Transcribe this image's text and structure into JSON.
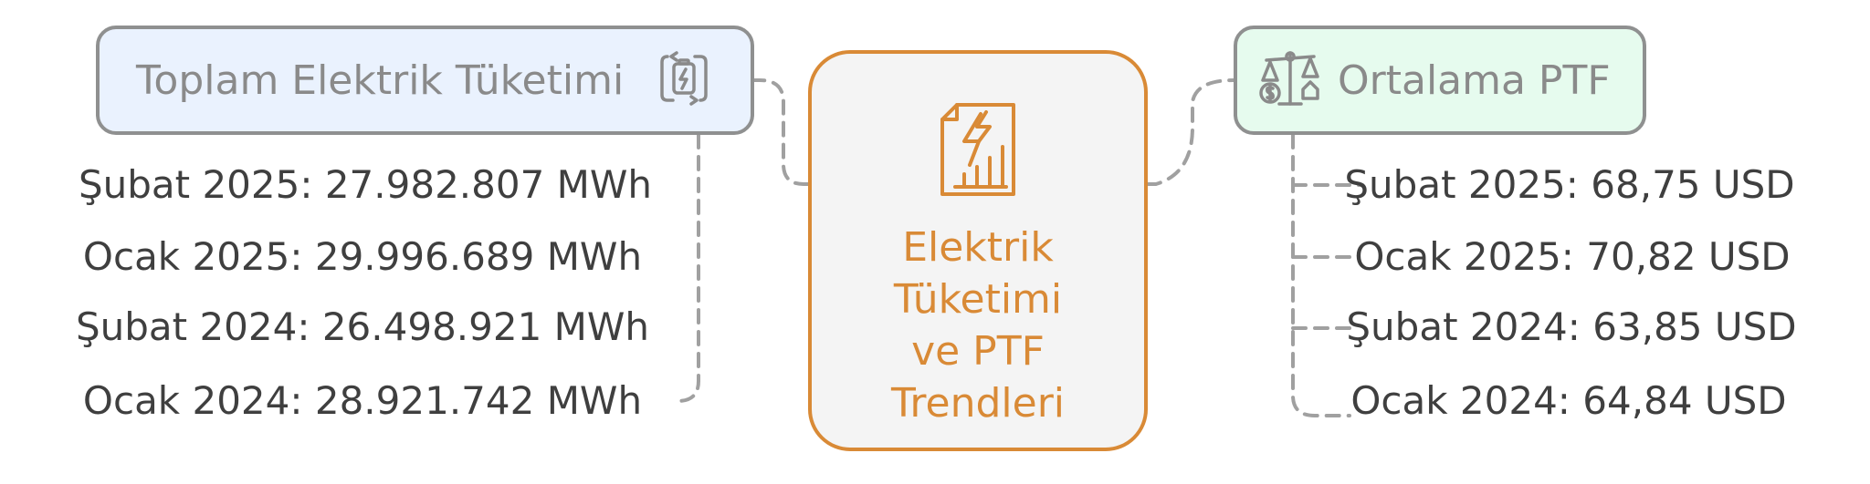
{
  "center": {
    "title_lines": [
      "Elektrik",
      "Tüketimi",
      "ve PTF",
      "Trendleri"
    ],
    "icon": "electric-report-icon"
  },
  "left_branch": {
    "title": "Toplam Elektrik Tüketimi",
    "icon": "battery-refresh-icon",
    "items": [
      "Şubat 2025: 27.982.807 MWh",
      "Ocak 2025: 29.996.689 MWh",
      "Şubat 2024: 26.498.921 MWh",
      "Ocak 2024: 28.921.742 MWh"
    ]
  },
  "right_branch": {
    "title": "Ortalama PTF",
    "icon": "scale-money-icon",
    "items": [
      "Şubat 2025: 68,75 USD",
      "Ocak 2025: 70,82 USD",
      "Şubat 2024: 63,85 USD",
      "Ocak 2024: 64,84 USD"
    ]
  },
  "colors": {
    "center_border": "#d98a36",
    "box_border": "#8f9090",
    "left_fill": "#eaf2fe",
    "right_fill": "#e6fbee",
    "connector": "#a0a0a0"
  }
}
